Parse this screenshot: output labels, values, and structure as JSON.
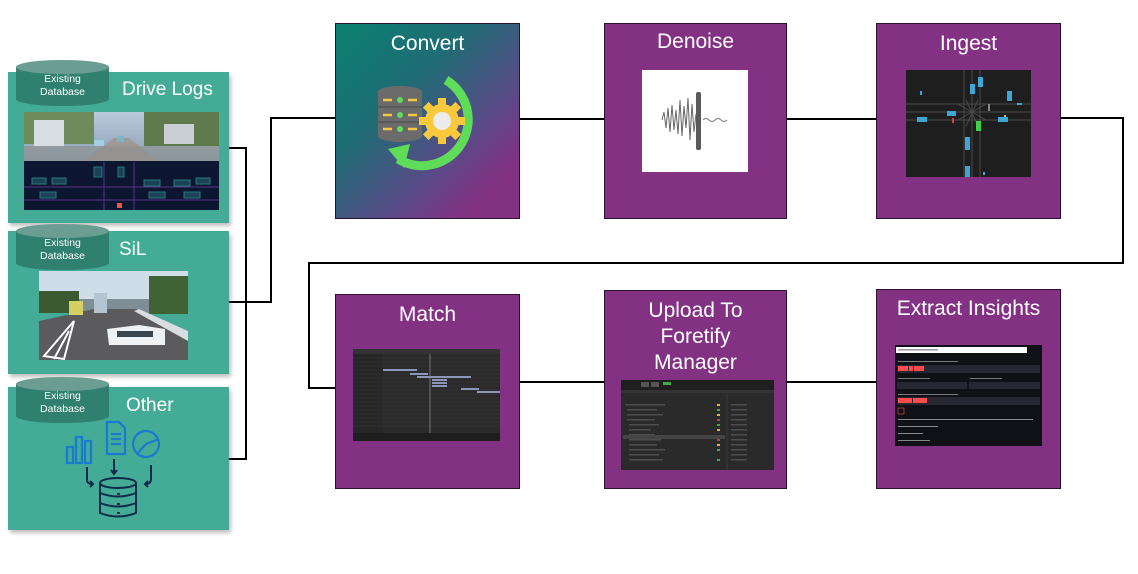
{
  "sources": [
    {
      "id": "drive-logs",
      "title": "Drive Logs",
      "badge": "Existing Database",
      "badge_line1": "Existing",
      "badge_line2": "Database",
      "image": "drive-log-camera-and-lidar"
    },
    {
      "id": "sil",
      "title": "SiL",
      "badge": "Existing Database",
      "badge_line1": "Existing",
      "badge_line2": "Database",
      "image": "simulation-driving-scene"
    },
    {
      "id": "other",
      "title": "Other",
      "badge": "Existing Database",
      "badge_line1": "Existing",
      "badge_line2": "Database",
      "image": "data-sources-to-database-icon"
    }
  ],
  "stages": [
    {
      "id": "convert",
      "title": "Convert",
      "icon": "database-gear-refresh-icon"
    },
    {
      "id": "denoise",
      "title": "Denoise",
      "icon": "noise-filter-waveform-icon"
    },
    {
      "id": "ingest",
      "title": "Ingest",
      "icon": "intersection-map-screenshot"
    },
    {
      "id": "match",
      "title": "Match",
      "icon": "timeline-matching-screenshot"
    },
    {
      "id": "upload",
      "title": "Upload To Foretify Manager",
      "title_lines": [
        "Upload To",
        "Foretify",
        "Manager"
      ],
      "icon": "foretify-manager-screenshot"
    },
    {
      "id": "extract",
      "title": "Extract Insights",
      "icon": "insights-query-screenshot"
    }
  ],
  "flow": [
    "sources",
    "convert",
    "denoise",
    "ingest",
    "match",
    "upload",
    "extract"
  ],
  "colors": {
    "source_box": "#43ab96",
    "stage_box": "#823183",
    "convert_gradient_start": "#0b7f70",
    "connector": "#000000"
  }
}
